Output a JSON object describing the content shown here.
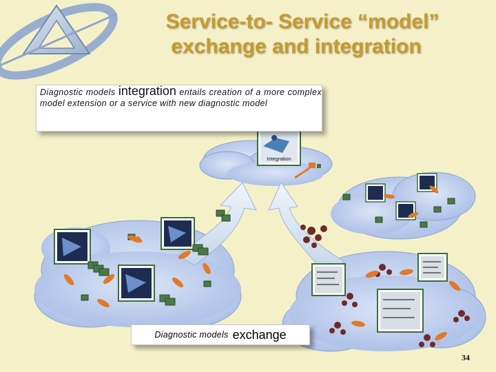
{
  "slide": {
    "title_line1": "Service-to- Service “model”",
    "title_line2": "exchange and integration",
    "description": {
      "prefix": "Diagnostic models ",
      "emphasis": "integration",
      "suffix": " entails creation of a more complex model extension or a service with new diagnostic model"
    },
    "exchange_label": {
      "prefix": "Diagnostic models",
      "emphasis": "exchange"
    },
    "integration_icon_label": "Integration",
    "page_number": "34"
  },
  "colors": {
    "background": "#f4f1c9",
    "title": "#c79a2e",
    "cloud": "#b9c9ea",
    "arrow": "#d9e6f2",
    "flow_arrow": "#e07a2a"
  }
}
